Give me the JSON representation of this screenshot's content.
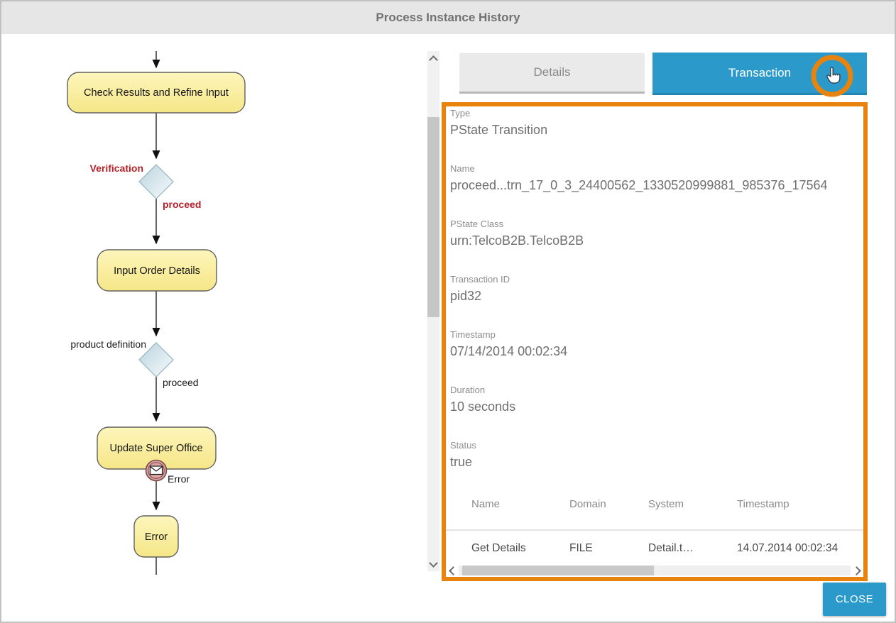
{
  "window": {
    "title": "Process Instance History"
  },
  "diagram": {
    "nodes": {
      "check_results": "Check Results and Refine Input",
      "input_order": "Input Order Details",
      "update_super_office": "Update Super Office",
      "error": "Error"
    },
    "edge_labels": {
      "verification": "Verification",
      "proceed_1": "proceed",
      "product_definition": "product definition",
      "proceed_2": "proceed",
      "error_event": "Error"
    }
  },
  "tabs": {
    "details": "Details",
    "transaction": "Transaction"
  },
  "panel": {
    "fields": [
      {
        "label": "Type",
        "value": "PState Transition"
      },
      {
        "label": "Name",
        "value": "proceed...trn_17_0_3_24400562_1330520999881_985376_17564"
      },
      {
        "label": "PState Class",
        "value": "urn:TelcoB2B.TelcoB2B"
      },
      {
        "label": "Transaction ID",
        "value": "pid32"
      },
      {
        "label": "Timestamp",
        "value": "07/14/2014 00:02:34"
      },
      {
        "label": "Duration",
        "value": "10 seconds"
      },
      {
        "label": "Status",
        "value": "true"
      }
    ],
    "table": {
      "columns": [
        "Name",
        "Domain",
        "System",
        "Timestamp"
      ],
      "rows": [
        [
          "Get Details",
          "FILE",
          "Detail.t…",
          "14.07.2014 00:02:34"
        ]
      ]
    }
  },
  "footer": {
    "close": "CLOSE"
  },
  "icons": {
    "cursor": "hand-pointer-icon",
    "error_event": "envelope-icon",
    "scroll_up": "chevron-up-icon",
    "scroll_down": "chevron-down-icon",
    "scroll_left": "chevron-left-icon",
    "scroll_right": "chevron-right-icon"
  },
  "colors": {
    "accent_blue": "#2b9aca",
    "annotation_orange": "#e8830d",
    "node_yellow": "#f8ed9e",
    "decision_label_red": "#b3232a"
  }
}
